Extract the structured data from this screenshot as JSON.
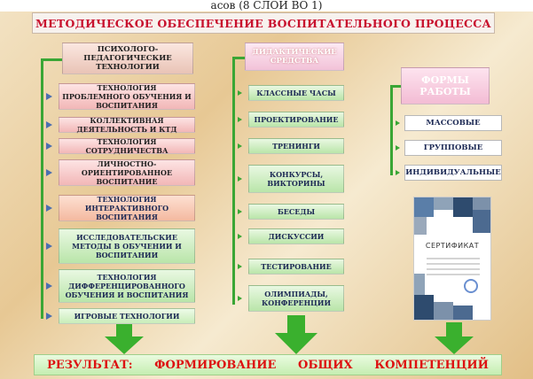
{
  "caption_text": "асов (8 СЛОЙ ВО 1)",
  "title": "МЕТОДИЧЕСКОЕ ОБЕСПЕЧЕНИЕ ВОСПИТАТЕЛЬНОГО ПРОЦЕССА",
  "col1": {
    "header": "ПСИХОЛОГО-ПЕДАГОГИЧЕСКИЕ ТЕХНОЛОГИИ",
    "items": [
      "ТЕХНОЛОГИЯ ПРОБЛЕМНОГО ОБУЧЕНИЯ И ВОСПИТАНИЯ",
      "КОЛЛЕКТИВНАЯ ДЕЯТЕЛЬНОСТЬ И КТД",
      "ТЕХНОЛОГИЯ СОТРУДНИЧЕСТВА",
      "ЛИЧНОСТНО-ОРИЕНТИРОВАННОЕ ВОСПИТАНИЕ",
      "ТЕХНОЛОГИЯ ИНТЕРАКТИВНОГО ВОСПИТАНИЯ",
      "ИССЛЕДОВАТЕЛЬСКИЕ МЕТОДЫ В ОБУЧЕНИИ И ВОСПИТАНИИ",
      "ТЕХНОЛОГИЯ ДИФФЕРЕНЦИРОВАННОГО ОБУЧЕНИЯ И ВОСПИТАНИЯ",
      "ИГРОВЫЕ ТЕХНОЛОГИИ"
    ]
  },
  "col2": {
    "header": "ДИДАКТИЧЕСКИЕ СРЕДСТВА",
    "items": [
      "КЛАССНЫЕ ЧАСЫ",
      "ПРОЕКТИРОВАНИЕ",
      "ТРЕНИНГИ",
      "КОНКУРСЫ, ВИКТОРИНЫ",
      "БЕСЕДЫ",
      "ДИСКУССИИ",
      "ТЕСТИРОВАНИЕ",
      "ОЛИМПИАДЫ, КОНФЕРЕНЦИИ"
    ]
  },
  "col3": {
    "header": "ФОРМЫ РАБОТЫ",
    "items": [
      "МАССОВЫЕ",
      "ГРУППОВЫЕ",
      "ИНДИВИДУАЛЬНЫЕ"
    ]
  },
  "certificate": {
    "title": "СЕРТИФИКАТ"
  },
  "result": {
    "word1": "РЕЗУЛЬТАТ:",
    "word2": "ФОРМИРОВАНИЕ",
    "word3": "ОБЩИХ",
    "word4": "КОМПЕТЕНЦИЙ"
  },
  "colors": {
    "accent_red": "#c8102e",
    "connector_green": "#3aa635",
    "arrow_blue": "#4b6fb0"
  }
}
